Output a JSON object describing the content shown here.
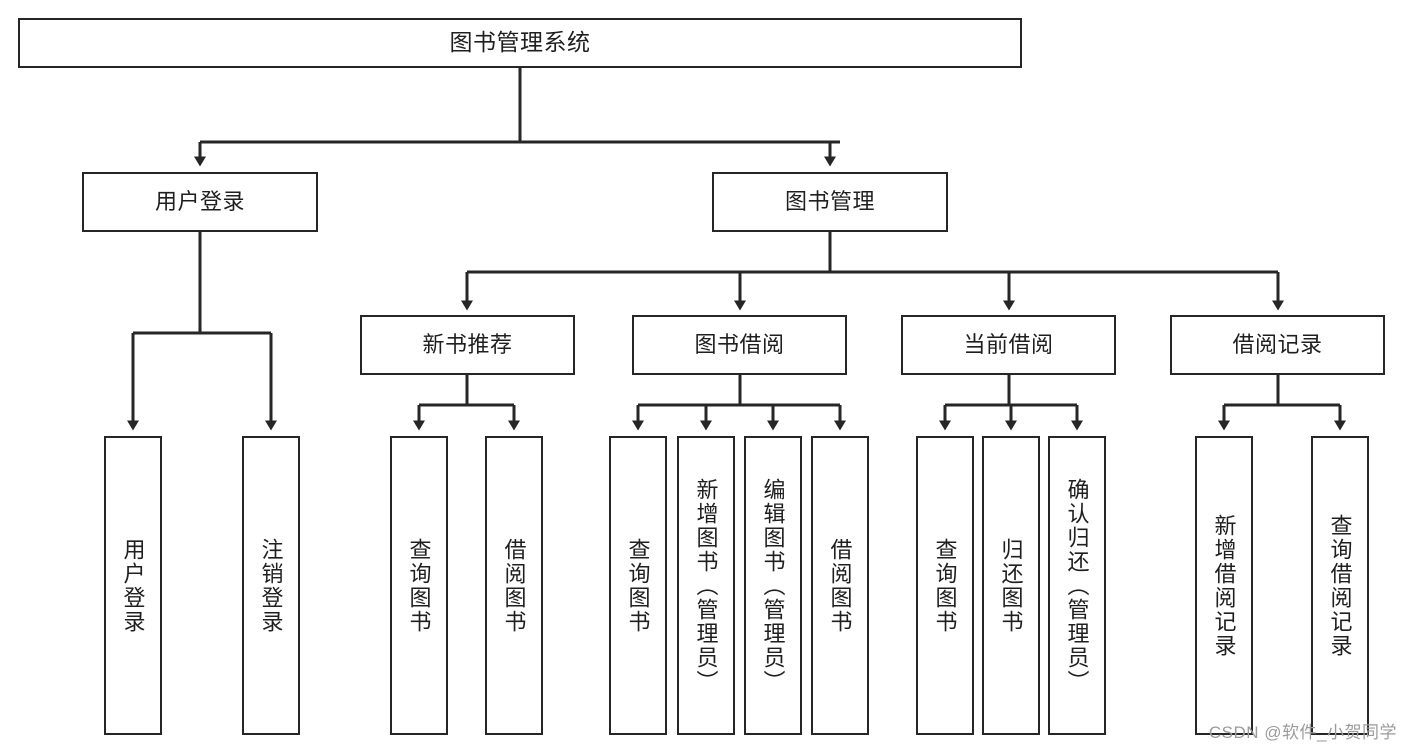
{
  "diagram": {
    "type": "tree",
    "title": "图书管理系统",
    "colors": {
      "border": "#262626",
      "fill": "#ffffff",
      "text": "#1f1f1f",
      "edge": "#262626",
      "watermark": "#9b9b9b"
    },
    "watermark": "CSDN @软件_小贺同学",
    "nodes": {
      "root": {
        "label": "图书管理系统"
      },
      "level2": [
        {
          "label": "用户登录"
        },
        {
          "label": "图书管理"
        }
      ],
      "level3": [
        {
          "label": "新书推荐"
        },
        {
          "label": "图书借阅"
        },
        {
          "label": "当前借阅"
        },
        {
          "label": "借阅记录"
        }
      ],
      "leaves_user_login": [
        {
          "label": "用户登录"
        },
        {
          "label": "注销登录"
        }
      ],
      "leaves_new_book": [
        {
          "label": "查询图书"
        },
        {
          "label": "借阅图书"
        }
      ],
      "leaves_borrow": [
        {
          "label": "查询图书"
        },
        {
          "label": "新增图书（管理员）"
        },
        {
          "label": "编辑图书（管理员）"
        },
        {
          "label": "借阅图书"
        }
      ],
      "leaves_current": [
        {
          "label": "查询图书"
        },
        {
          "label": "归还图书"
        },
        {
          "label": "确认归还（管理员）"
        }
      ],
      "leaves_records": [
        {
          "label": "新增借阅记录"
        },
        {
          "label": "查询借阅记录"
        }
      ]
    }
  }
}
